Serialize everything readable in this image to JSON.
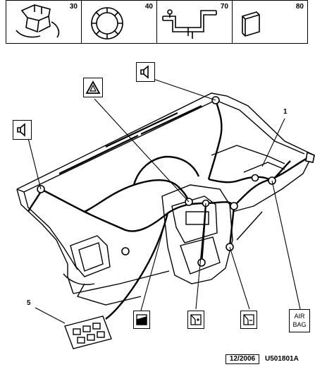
{
  "parts_strip": [
    {
      "number": "30",
      "icon": "wire-clip-icon"
    },
    {
      "number": "40",
      "icon": "grommet-ring-icon"
    },
    {
      "number": "70",
      "icon": "bracket-icon"
    },
    {
      "number": "80",
      "icon": "foam-pad-icon"
    }
  ],
  "callouts": {
    "harness": "1",
    "connector_bracket": "5"
  },
  "icons": {
    "speaker_left": "speaker-icon",
    "speaker_top": "speaker-icon",
    "hazard": "hazard-warning-icon",
    "window_1": "window-switch-icon",
    "window_2": "window-switch-icon",
    "window_3": "window-switch-icon"
  },
  "airbag_label": {
    "line1": "AIR",
    "line2": "BAG"
  },
  "footer": {
    "date": "12/2006",
    "reference": "U501801A"
  },
  "colors": {
    "line": "#000000",
    "background": "#ffffff"
  }
}
